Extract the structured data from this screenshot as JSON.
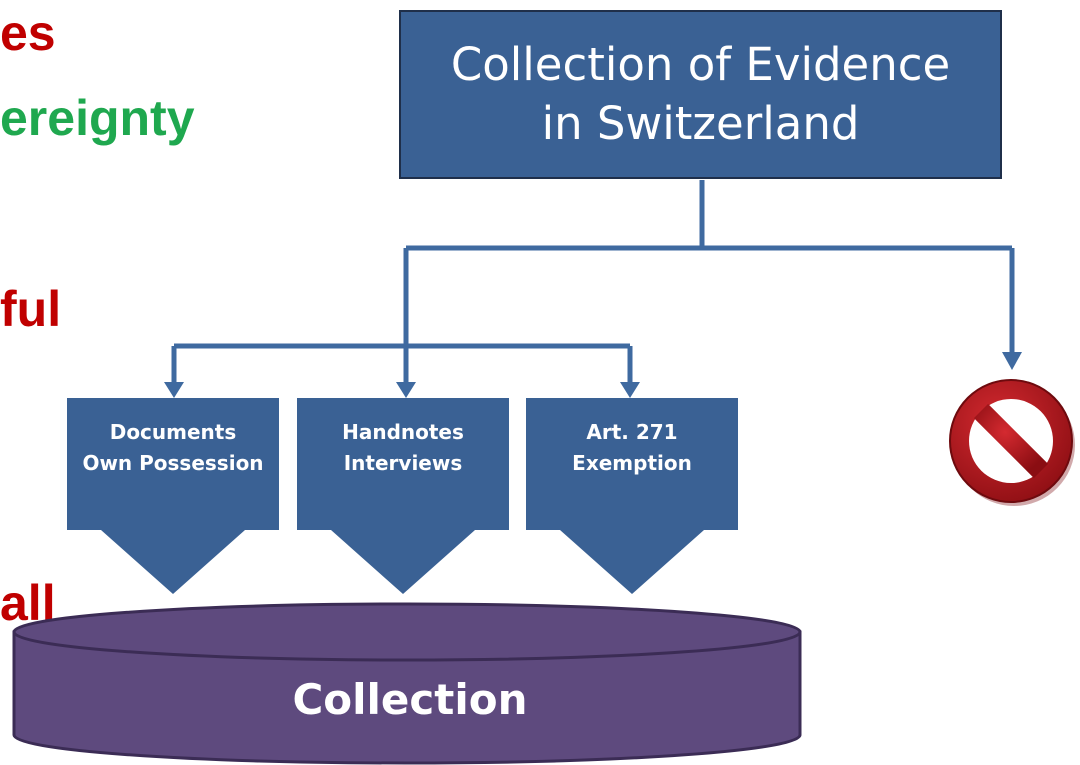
{
  "left_text": [
    {
      "text": "es",
      "color": "#c00000"
    },
    {
      "text": "ereignty",
      "color": "#1fa84f"
    },
    {
      "text": "ful",
      "color": "#c00000"
    },
    {
      "text": "all",
      "color": "#c00000"
    }
  ],
  "title": {
    "line1": "Collection of Evidence",
    "line2": "in Switzerland"
  },
  "boxes": [
    {
      "line1": "Documents",
      "line2": "Own Possession"
    },
    {
      "line1": "Handnotes",
      "line2": "Interviews"
    },
    {
      "line1": "Art. 271",
      "line2": "Exemption"
    }
  ],
  "collection_label": "Collection",
  "colors": {
    "box_fill": "#3a6194",
    "connector": "#3f6aa0",
    "cylinder_fill": "#5e4a7e",
    "cylinder_border": "#3b2c55",
    "prohibited_red": "#b0151c"
  },
  "icons": [
    "prohibited-icon"
  ]
}
